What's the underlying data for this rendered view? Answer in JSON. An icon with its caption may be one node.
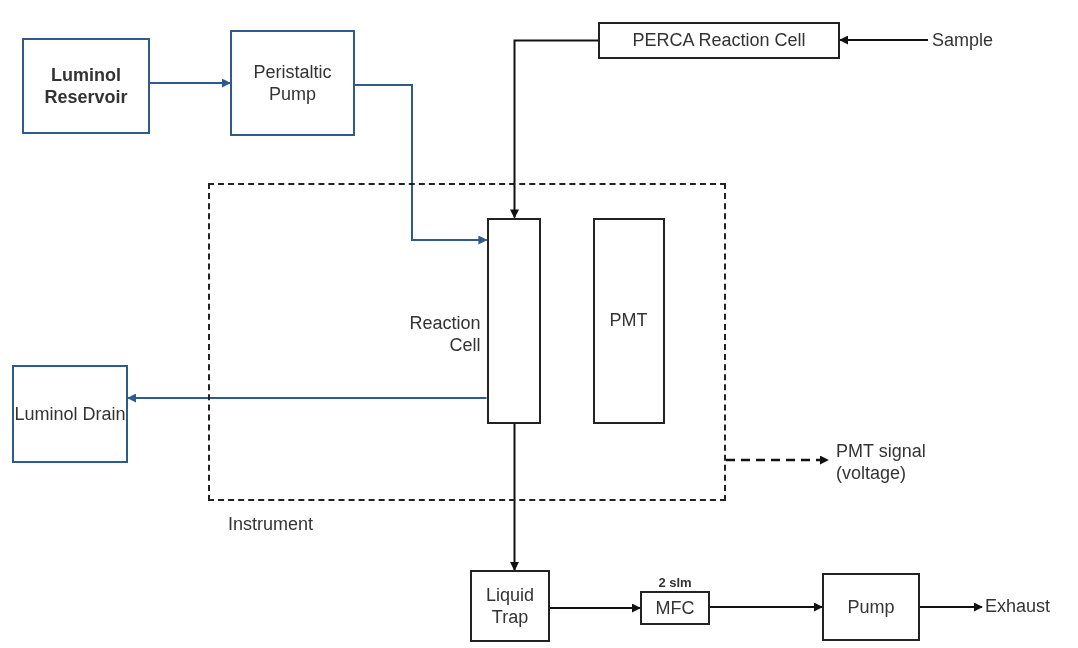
{
  "diagram": {
    "nodes": [
      {
        "text": [
          "Luminol Reservoir"
        ]
      },
      {
        "text": [
          "Peristaltic Pump"
        ]
      },
      {
        "text": [
          "PERCA Reaction Cell"
        ]
      },
      {
        "text": [
          "Sample"
        ]
      },
      {
        "text": [
          "Instrument"
        ]
      },
      {
        "text": [
          "Reaction Cell"
        ],
        "in": 4
      },
      {
        "text": [
          "PMT"
        ],
        "in": 4
      },
      {
        "text": [
          "Luminol Drain"
        ]
      },
      {
        "text": [
          "PMT signal (voltage)"
        ]
      },
      {
        "text": [
          "Liquid Trap"
        ]
      },
      {
        "text": [
          "MFC"
        ],
        "beside": [
          "2 slm"
        ]
      },
      {
        "text": [
          "Pump"
        ]
      },
      {
        "text": [
          "Exhaust"
        ]
      }
    ],
    "edges": [
      {
        "from": 0,
        "to": 1,
        "arrow": "to",
        "color": "#2e5a8c"
      },
      {
        "from": 1,
        "to": 5,
        "arrow": "to",
        "color": "#2e5a8c"
      },
      {
        "from": 2,
        "to": 5,
        "arrow": "to"
      },
      {
        "from": 3,
        "to": 2,
        "arrow": "to"
      },
      {
        "from": 5,
        "to": 7,
        "arrow": "to",
        "color": "#2e5a8c"
      },
      {
        "from": 5,
        "to": 9,
        "arrow": "to"
      },
      {
        "from": 4,
        "to": 8,
        "arrow": "to",
        "style": "dashed"
      },
      {
        "from": 9,
        "to": 10,
        "arrow": "to"
      },
      {
        "from": 10,
        "to": 11,
        "arrow": "to"
      },
      {
        "from": 11,
        "to": 12,
        "arrow": "to"
      }
    ]
  }
}
